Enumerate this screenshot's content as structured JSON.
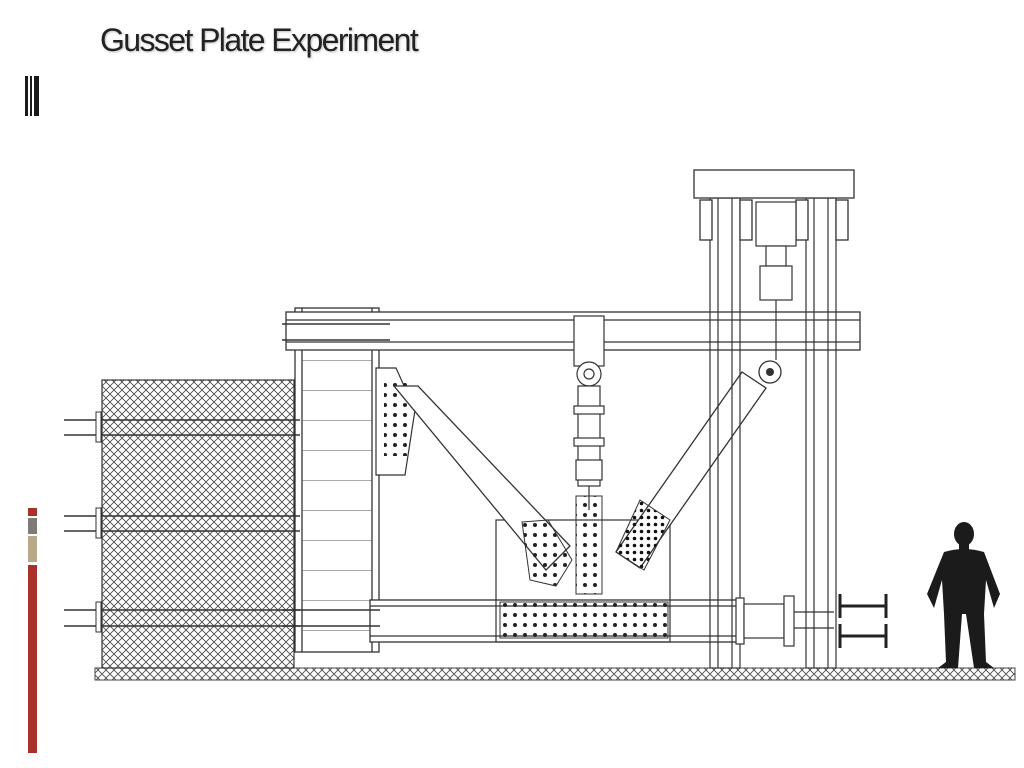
{
  "slide": {
    "title": "Gusset Plate Experiment"
  },
  "theme": {
    "title_color": "#222222",
    "accent_dark": "#1a1a1a",
    "accent_red": "#a8322a",
    "accent_gray": "#7d7a78",
    "accent_tan": "#b9a98a",
    "line_color": "#333333"
  },
  "diagram": {
    "subject": "gusset-plate test setup elevation drawing",
    "figure": "person-silhouette"
  }
}
